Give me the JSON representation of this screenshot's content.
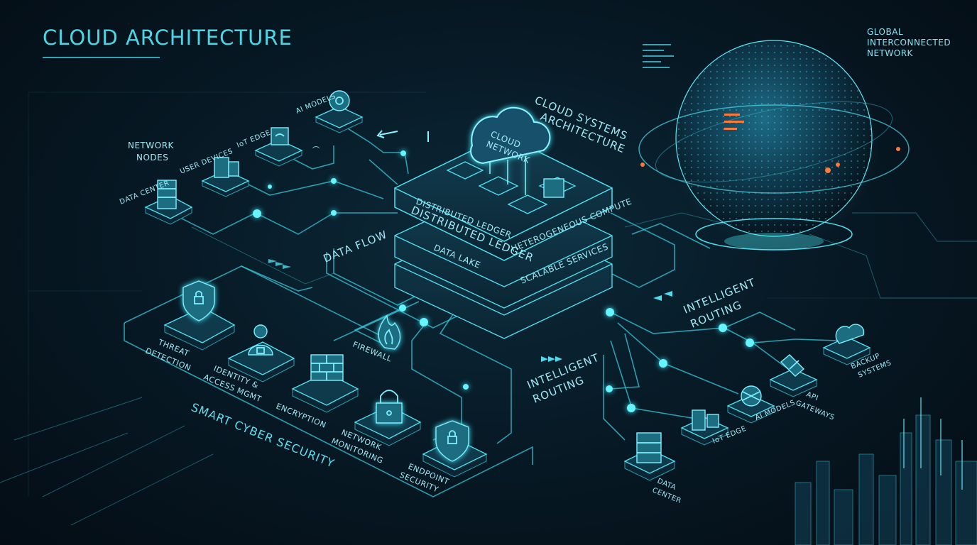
{
  "title": "CLOUD ARCHITECTURE",
  "globe_label": "GLOBAL\nINTERCONNECTED\nNETWORK",
  "center": {
    "title_line1": "CLOUD SYSTEMS",
    "title_line2": "ARCHITECTURE",
    "cloud_line1": "CLOUD",
    "cloud_line2": "NETWORK",
    "layer1_left": "DISTRIBUTED LEDGER",
    "layer1_right": "HETEROGENEOUS COMPUTE",
    "layer2_left": "DISTRIBUTED LEDGER",
    "layer3_left": "DATA LAKE",
    "layer3_right": "SCALABLE SERVICES"
  },
  "network": {
    "heading_line1": "NETWORK",
    "heading_line2": "NODES",
    "data_center": "DATA CENTER",
    "user_devices": "USER DEVICES",
    "iot_edge": "IoT EDGE",
    "ai_models": "AI MODELS"
  },
  "data_flow": "DATA FLOW",
  "security": {
    "heading": "SMART CYBER SECURITY",
    "threat_line1": "THREAT",
    "threat_line2": "DETECTION",
    "identity_line1": "IDENTITY &",
    "identity_line2": "ACCESS MGMT",
    "encryption": "ENCRYPTION",
    "firewall": "FIREWALL",
    "network_line1": "NETWORK",
    "network_line2": "MONITORING",
    "endpoint_line1": "ENDPOINT",
    "endpoint_line2": "SECURITY"
  },
  "routing": {
    "right_line1": "INTELLIGENT",
    "right_line2": "ROUTING",
    "lower_line1": "INTELLIGENT",
    "lower_line2": "ROUTING"
  },
  "services": {
    "data_center_line1": "DATA",
    "data_center_line2": "CENTER",
    "iot_edge": "IoT EDGE",
    "ai_models": "AI MODELS",
    "api_line1": "API",
    "api_line2": "GATEWAYS",
    "backup_line1": "BACKUP",
    "backup_line2": "SYSTEMS"
  },
  "colors": {
    "accent": "#49d7e6",
    "background": "#071a26",
    "node_orange": "#ff7a3a"
  }
}
